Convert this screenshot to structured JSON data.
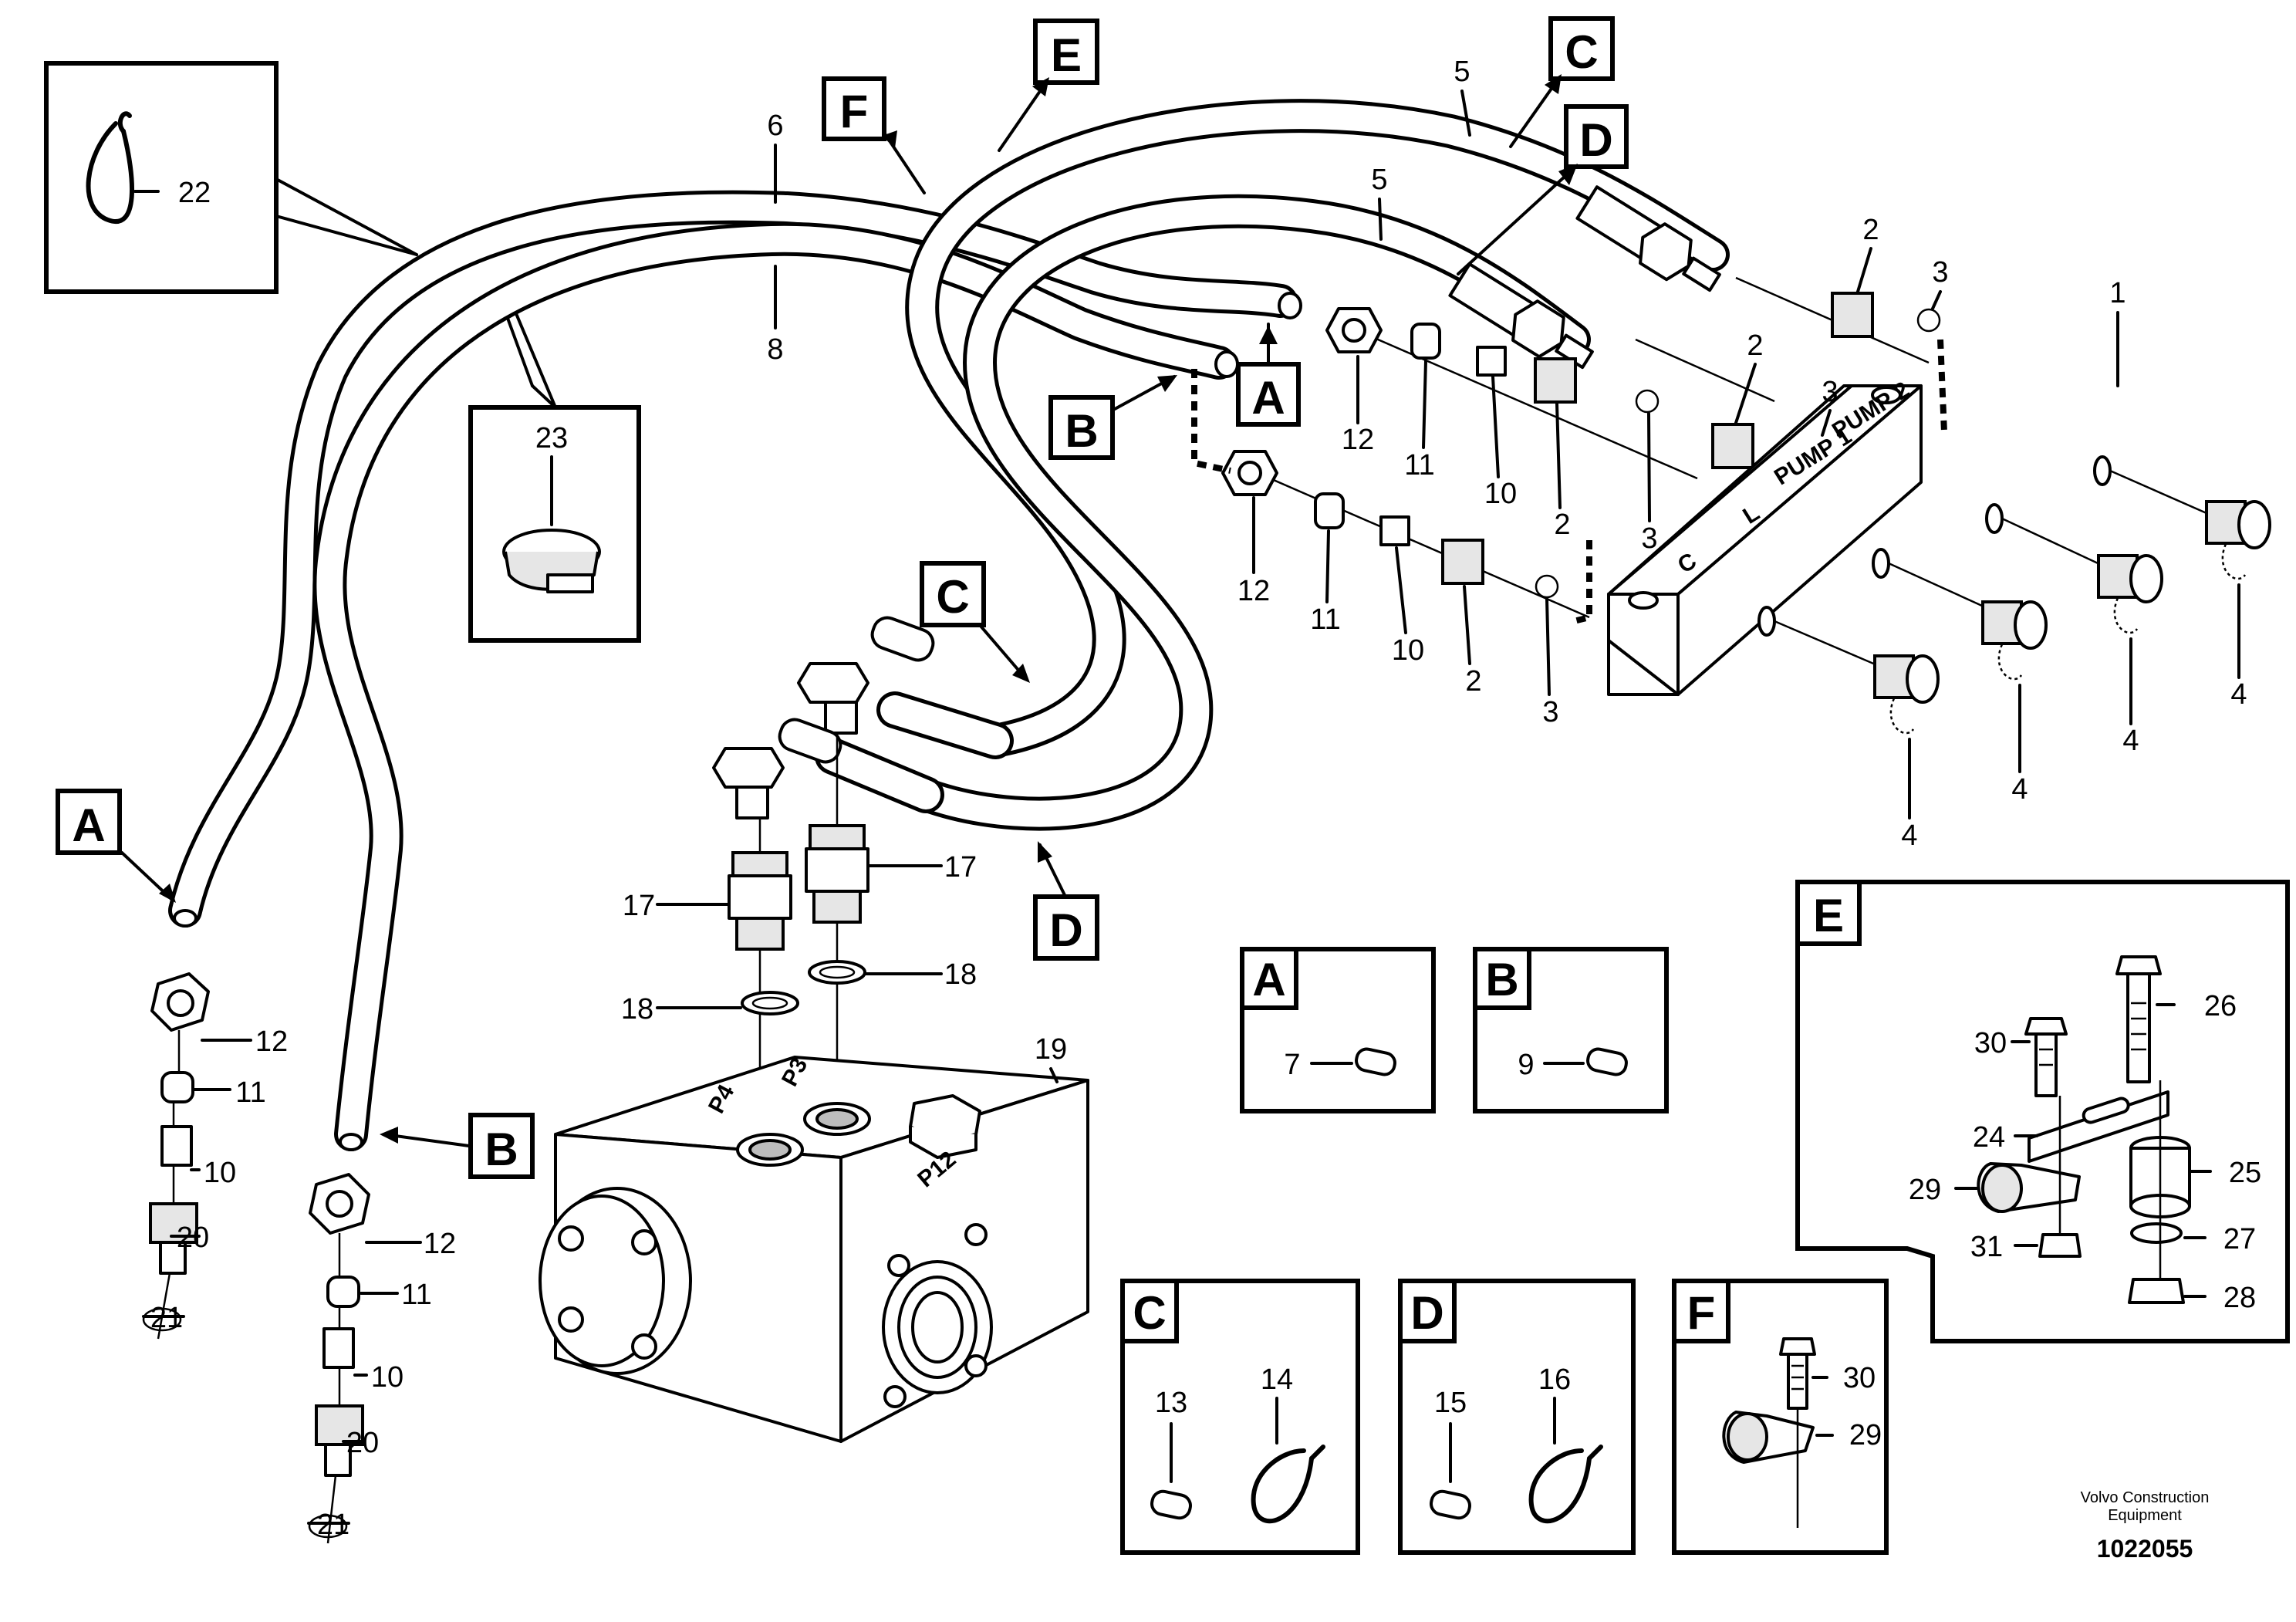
{
  "figure": {
    "credit_line1": "Volvo Construction",
    "credit_line2": "Equipment",
    "doc_number": "1022055"
  },
  "callout_letters": {
    "a": "A",
    "b": "B",
    "c": "C",
    "d": "D",
    "e": "E",
    "f": "F"
  },
  "block_labels": {
    "c": "C",
    "l": "L",
    "pump1": "PUMP 1",
    "pump2": "PUMP 2"
  },
  "port_labels": {
    "p3": "P3",
    "p4": "P4",
    "p12": "P12"
  },
  "part_numbers": {
    "n1": "1",
    "n2": "2",
    "n3": "3",
    "n4": "4",
    "n5": "5",
    "n6": "6",
    "n7": "7",
    "n8": "8",
    "n9": "9",
    "n10": "10",
    "n11": "11",
    "n12": "12",
    "n13": "13",
    "n14": "14",
    "n15": "15",
    "n16": "16",
    "n17": "17",
    "n18": "18",
    "n19": "19",
    "n20": "20",
    "n21": "21",
    "n22": "22",
    "n23": "23",
    "n24": "24",
    "n25": "25",
    "n26": "26",
    "n27": "27",
    "n28": "28",
    "n29": "29",
    "n30": "30",
    "n31": "31"
  }
}
